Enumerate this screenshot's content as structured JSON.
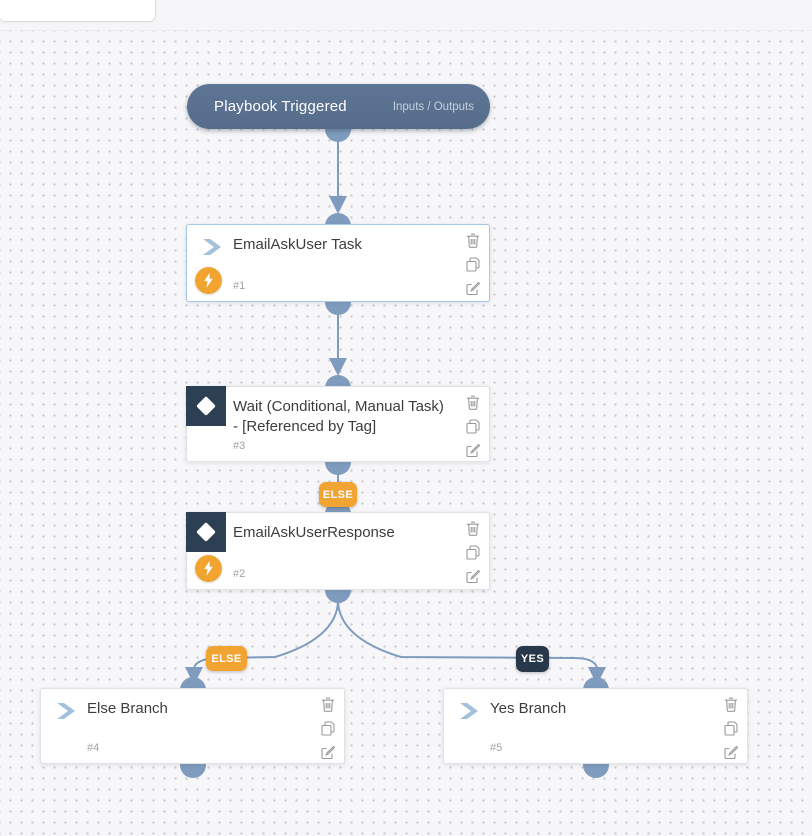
{
  "trigger": {
    "title": "Playbook Triggered",
    "io_label": "Inputs / Outputs"
  },
  "nodes": [
    {
      "title": "EmailAskUser Task",
      "id": "#1",
      "type": "automation",
      "selected": true
    },
    {
      "title": "Wait (Conditional, Manual Task)\n- [Referenced by Tag]",
      "id": "#3",
      "type": "conditional",
      "selected": false
    },
    {
      "title": "EmailAskUserResponse",
      "id": "#2",
      "type": "conditional",
      "selected": false
    },
    {
      "title": "Else Branch",
      "id": "#4",
      "type": "automation",
      "selected": false
    },
    {
      "title": "Yes Branch",
      "id": "#5",
      "type": "automation",
      "selected": false
    }
  ],
  "badges": {
    "else_mid": "ELSE",
    "else_left": "ELSE",
    "yes_right": "YES"
  },
  "action_icons": [
    "delete",
    "copy",
    "edit"
  ],
  "colors": {
    "canvas_bg": "#f7f7f9",
    "dot": "#c6c6cb",
    "connector": "#7f9cbe",
    "trigger_bg": "#5a7191",
    "card_border": "#e2e2e6",
    "selected_border": "#a5c9e9",
    "conditional_bg": "#2d4053",
    "bolt_bg": "#f1a42f",
    "else_badge_bg": "#f2a432",
    "yes_badge_bg": "#26384a",
    "chevron": "#a3c1dc",
    "icon_gray": "#97999c"
  }
}
